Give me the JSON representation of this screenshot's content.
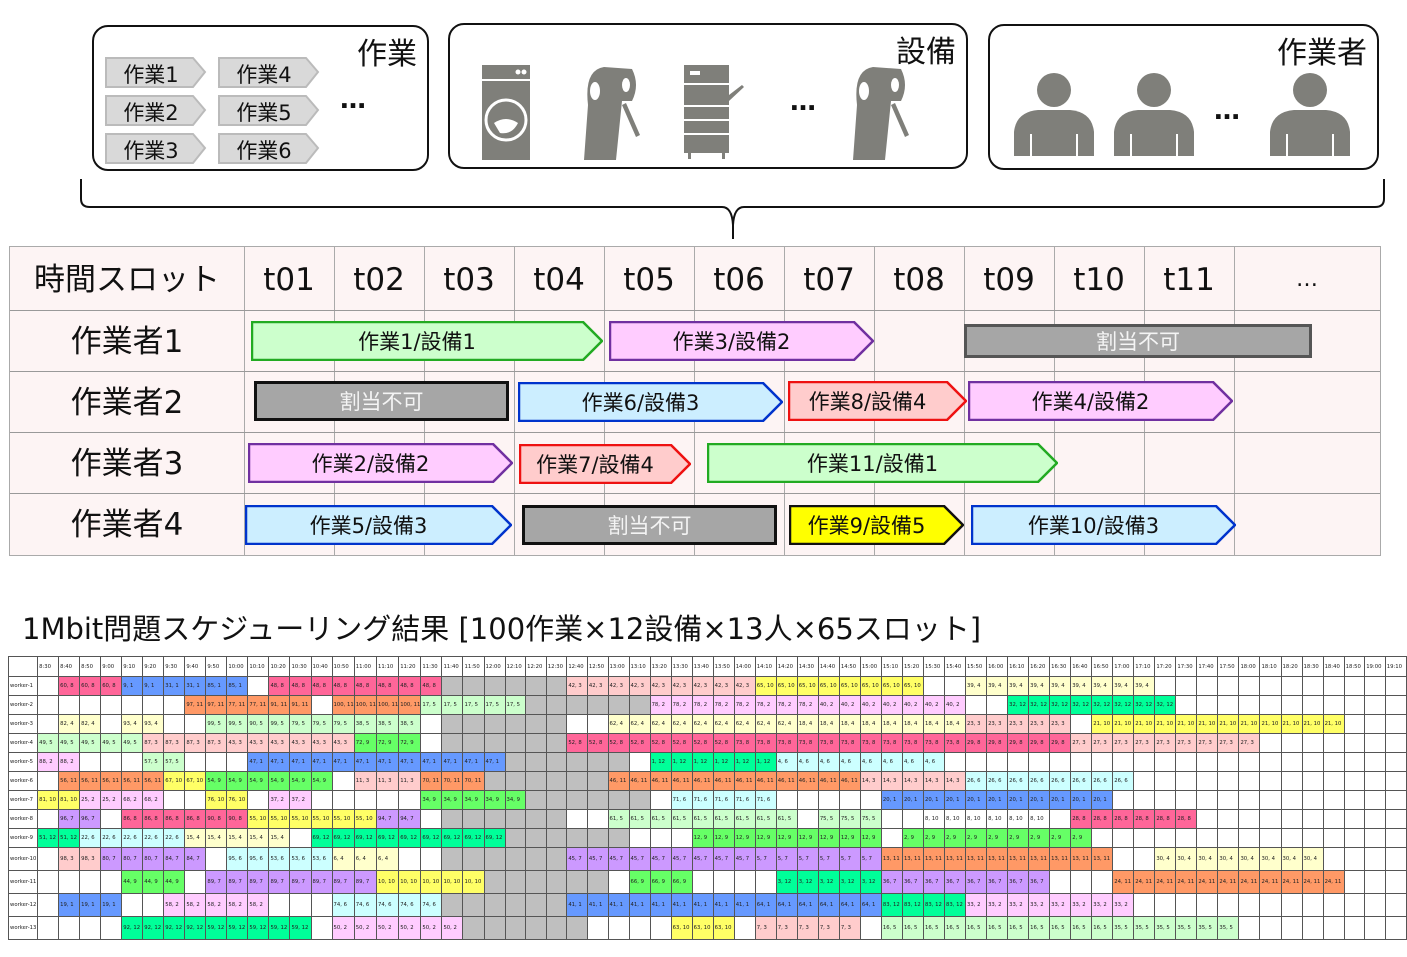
{
  "top": {
    "tasks_box": {
      "title": "作業",
      "tags": [
        "作業1",
        "作業2",
        "作業3",
        "作業4",
        "作業5",
        "作業6"
      ],
      "ellipsis": "…"
    },
    "equipment_box": {
      "title": "設備",
      "ellipsis": "…",
      "icons": [
        "washing-machine-icon",
        "robot-arm-icon",
        "copier-icon",
        "robot-arm-icon"
      ]
    },
    "workers_box": {
      "title": "作業者",
      "ellipsis": "…",
      "icons": [
        "person-icon",
        "person-icon",
        "person-icon"
      ]
    }
  },
  "slot_table": {
    "header_label": "時間スロット",
    "slots": [
      "t01",
      "t02",
      "t03",
      "t04",
      "t05",
      "t06",
      "t07",
      "t08",
      "t09",
      "t10",
      "t11",
      "…"
    ],
    "workers": [
      "作業者1",
      "作業者2",
      "作業者3",
      "作業者4"
    ],
    "bars": [
      {
        "label": "作業1/設備1",
        "fill": "#ccffcc",
        "stroke": "#22aa22"
      },
      {
        "label": "作業3/設備2",
        "fill": "#ffccff",
        "stroke": "#7030a0"
      },
      {
        "label": "割当不可",
        "fill": "#a6a6a6",
        "stroke": "#555555"
      },
      {
        "label": "割当不可",
        "fill": "#a6a6a6",
        "stroke": "#111111"
      },
      {
        "label": "作業6/設備3",
        "fill": "#cceeff",
        "stroke": "#0033cc"
      },
      {
        "label": "作業8/設備4",
        "fill": "#ffcccc",
        "stroke": "#ee1111"
      },
      {
        "label": "作業4/設備2",
        "fill": "#ffccff",
        "stroke": "#7030a0"
      },
      {
        "label": "作業2/設備2",
        "fill": "#ffccff",
        "stroke": "#7030a0"
      },
      {
        "label": "作業7/設備4",
        "fill": "#ffcccc",
        "stroke": "#ee1111"
      },
      {
        "label": "作業11/設備1",
        "fill": "#ccffcc",
        "stroke": "#22aa22"
      },
      {
        "label": "作業5/設備3",
        "fill": "#cceeff",
        "stroke": "#0033cc"
      },
      {
        "label": "割当不可",
        "fill": "#a6a6a6",
        "stroke": "#111111"
      },
      {
        "label": "作業9/設備5",
        "fill": "#ffff00",
        "stroke": "#111111"
      },
      {
        "label": "作業10/設備3",
        "fill": "#cceeff",
        "stroke": "#0033cc"
      }
    ]
  },
  "result": {
    "title": "1Mbit問題スケジューリング結果 [100作業×12設備×13人×65スロット]",
    "times": [
      "8:30",
      "8:40",
      "8:50",
      "9:00",
      "9:10",
      "9:20",
      "9:30",
      "9:40",
      "9:50",
      "10:00",
      "10:10",
      "10:20",
      "10:30",
      "10:40",
      "10:50",
      "11:00",
      "11:10",
      "11:20",
      "11:30",
      "11:40",
      "11:50",
      "12:00",
      "12:10",
      "12:20",
      "12:30",
      "12:40",
      "12:50",
      "13:00",
      "13:10",
      "13:20",
      "13:30",
      "13:40",
      "13:50",
      "14:00",
      "14:10",
      "14:20",
      "14:30",
      "14:40",
      "14:50",
      "15:00",
      "15:10",
      "15:20",
      "15:30",
      "15:40",
      "15:50",
      "16:00",
      "16:10",
      "16:20",
      "16:30",
      "16:40",
      "16:50",
      "17:00",
      "17:10",
      "17:20",
      "17:30",
      "17:40",
      "17:50",
      "18:00",
      "18:10",
      "18:20",
      "18:30",
      "18:40",
      "18:50",
      "19:00",
      "19:10"
    ],
    "equipment_colors": {
      "1": "#6699ff",
      "2": "#ffccff",
      "3": "#ffcccc",
      "4": "#ffffcc",
      "5": "#ccffcc",
      "6": "#ccffff",
      "7": "#cc99ff",
      "8": "#ff6699",
      "9": "#66ff66",
      "10": "#ffff66",
      "11": "#ff9966",
      "12": "#00ff99"
    },
    "blocked_color": "#bfbfbf",
    "rows": [
      {
        "worker": "worker-1",
        "runs": [
          [
            "",
            1
          ],
          [
            "60, 8",
            3
          ],
          [
            "9, 1",
            2
          ],
          [
            "31, 1",
            2
          ],
          [
            "85, 1",
            2
          ],
          [
            "",
            1
          ],
          [
            "48, 8",
            8
          ],
          [
            null,
            6
          ],
          [
            "42, 3",
            9
          ],
          [
            "65, 10",
            8
          ],
          [
            "",
            2
          ],
          [
            "39, 4",
            9
          ],
          [
            "",
            12
          ]
        ]
      },
      {
        "worker": "worker-2",
        "runs": [
          [
            "",
            7
          ],
          [
            "97, 11",
            2
          ],
          [
            "77, 11",
            2
          ],
          [
            "91, 11",
            2
          ],
          [
            "",
            1
          ],
          [
            "100, 11",
            4
          ],
          [
            "17, 5",
            5
          ],
          [
            null,
            6
          ],
          [
            "78, 2",
            8
          ],
          [
            "40, 2",
            7
          ],
          [
            "",
            2
          ],
          [
            "32, 12",
            8
          ],
          [
            "",
            11
          ]
        ]
      },
      {
        "worker": "worker-3",
        "runs": [
          [
            "",
            1
          ],
          [
            "82, 4",
            2
          ],
          [
            "",
            1
          ],
          [
            "93, 4",
            2
          ],
          [
            "",
            2
          ],
          [
            "99, 5",
            2
          ],
          [
            "90, 5",
            1
          ],
          [
            "99, 5",
            1
          ],
          [
            "79, 5",
            3
          ],
          [
            "38, 5",
            3
          ],
          [
            "",
            1
          ],
          [
            null,
            6
          ],
          [
            "",
            2
          ],
          [
            "62, 4",
            9
          ],
          [
            "18, 4",
            8
          ],
          [
            "23, 3",
            5
          ],
          [
            "",
            1
          ],
          [
            "21, 10",
            12
          ],
          [
            "",
            3
          ]
        ]
      },
      {
        "worker": "worker-4",
        "runs": [
          [
            "49, 5",
            5
          ],
          [
            "87, 3",
            4
          ],
          [
            "43, 3",
            6
          ],
          [
            "72, 9",
            3
          ],
          [
            "",
            1
          ],
          [
            null,
            6
          ],
          [
            "52, 8",
            8
          ],
          [
            "73, 8",
            11
          ],
          [
            "29, 8",
            5
          ],
          [
            "27, 3",
            9
          ],
          [
            "",
            7
          ]
        ]
      },
      {
        "worker": "worker-5",
        "runs": [
          [
            "88, 2",
            2
          ],
          [
            "",
            3
          ],
          [
            "57, 5",
            2
          ],
          [
            "",
            3
          ],
          [
            "47, 1",
            12
          ],
          [
            null,
            6
          ],
          [
            "",
            1
          ],
          [
            "1, 12",
            6
          ],
          [
            "4, 6",
            8
          ],
          [
            "",
            22
          ]
        ]
      },
      {
        "worker": "worker-6",
        "runs": [
          [
            "",
            1
          ],
          [
            "56, 11",
            5
          ],
          [
            "67, 10",
            2
          ],
          [
            "54, 9",
            6
          ],
          [
            "",
            1
          ],
          [
            "11, 3",
            3
          ],
          [
            "70, 11",
            3
          ],
          [
            null,
            6
          ],
          [
            "46, 11",
            12
          ],
          [
            "14, 3",
            5
          ],
          [
            "26, 6",
            8
          ],
          [
            "",
            13
          ]
        ]
      },
      {
        "worker": "worker-7",
        "runs": [
          [
            "81, 10",
            2
          ],
          [
            "25, 2",
            2
          ],
          [
            "68, 2",
            2
          ],
          [
            "",
            2
          ],
          [
            "76, 10",
            2
          ],
          [
            "",
            1
          ],
          [
            "37, 2",
            2
          ],
          [
            "",
            5
          ],
          [
            "34, 9",
            5
          ],
          [
            null,
            6
          ],
          [
            "",
            1
          ],
          [
            "71, 6",
            5
          ],
          [
            "",
            5
          ],
          [
            "20, 1",
            11
          ],
          [
            "",
            14
          ]
        ]
      },
      {
        "worker": "worker-8",
        "runs": [
          [
            "",
            1
          ],
          [
            "96, 7",
            2
          ],
          [
            "",
            1
          ],
          [
            "86, 8",
            4
          ],
          [
            "90, 8",
            2
          ],
          [
            "55, 10",
            6
          ],
          [
            "94, 7",
            2
          ],
          [
            "",
            1
          ],
          [
            null,
            6
          ],
          [
            "",
            2
          ],
          [
            "61, 5",
            9
          ],
          [
            "",
            1
          ],
          [
            "75, 5",
            3
          ],
          [
            "",
            2
          ],
          [
            "8, 10",
            6,
            false
          ],
          [
            "",
            1
          ],
          [
            "28, 8",
            6
          ],
          [
            "",
            10
          ]
        ]
      },
      {
        "worker": "worker-9",
        "runs": [
          [
            "51, 12",
            2
          ],
          [
            "22, 6",
            5
          ],
          [
            "15, 4",
            5
          ],
          [
            "",
            1
          ],
          [
            "69, 12",
            9
          ],
          [
            null,
            6
          ],
          [
            "",
            3
          ],
          [
            "12, 9",
            9
          ],
          [
            "",
            1
          ],
          [
            "2, 9",
            9
          ],
          [
            "",
            15
          ]
        ]
      },
      {
        "worker": "worker-10",
        "runs": [
          [
            "",
            1
          ],
          [
            "98, 3",
            2
          ],
          [
            "80, 7",
            3
          ],
          [
            "84, 7",
            2
          ],
          [
            "",
            1
          ],
          [
            "95, 6",
            2
          ],
          [
            "53, 6",
            3
          ],
          [
            "6, 4",
            3
          ],
          [
            "",
            2
          ],
          [
            null,
            6
          ],
          [
            "45, 7",
            9
          ],
          [
            "5, 7",
            6
          ],
          [
            "13, 11",
            11
          ],
          [
            "",
            2
          ],
          [
            "30, 4",
            8
          ],
          [
            "",
            4
          ]
        ]
      },
      {
        "worker": "worker-11",
        "runs": [
          [
            "",
            4
          ],
          [
            "44, 9",
            3
          ],
          [
            "",
            1
          ],
          [
            "89, 7",
            8
          ],
          [
            "10, 10",
            5
          ],
          [
            null,
            6
          ],
          [
            "",
            1
          ],
          [
            "66, 9",
            3
          ],
          [
            "",
            4
          ],
          [
            "3, 12",
            5
          ],
          [
            "36, 7",
            8
          ],
          [
            "",
            3
          ],
          [
            "24, 11",
            11
          ],
          [
            "",
            3
          ]
        ]
      },
      {
        "worker": "worker-12",
        "runs": [
          [
            "",
            1
          ],
          [
            "19, 1",
            3
          ],
          [
            "",
            2
          ],
          [
            "58, 2",
            5
          ],
          [
            "",
            3
          ],
          [
            "74, 6",
            5
          ],
          [
            null,
            6
          ],
          [
            "41, 1",
            9
          ],
          [
            "64, 1",
            6
          ],
          [
            "83, 12",
            4
          ],
          [
            "33, 2",
            8
          ],
          [
            "",
            13
          ]
        ]
      },
      {
        "worker": "worker-13",
        "runs": [
          [
            "",
            4
          ],
          [
            "92, 12",
            4
          ],
          [
            "59, 12",
            5
          ],
          [
            "",
            1
          ],
          [
            "50, 2",
            6
          ],
          [
            null,
            6
          ],
          [
            "",
            4
          ],
          [
            "63, 10",
            3
          ],
          [
            "",
            1
          ],
          [
            "7, 3",
            5
          ],
          [
            "",
            1
          ],
          [
            "16, 5",
            11
          ],
          [
            "35, 5",
            6
          ],
          [
            "",
            8
          ]
        ]
      }
    ]
  }
}
